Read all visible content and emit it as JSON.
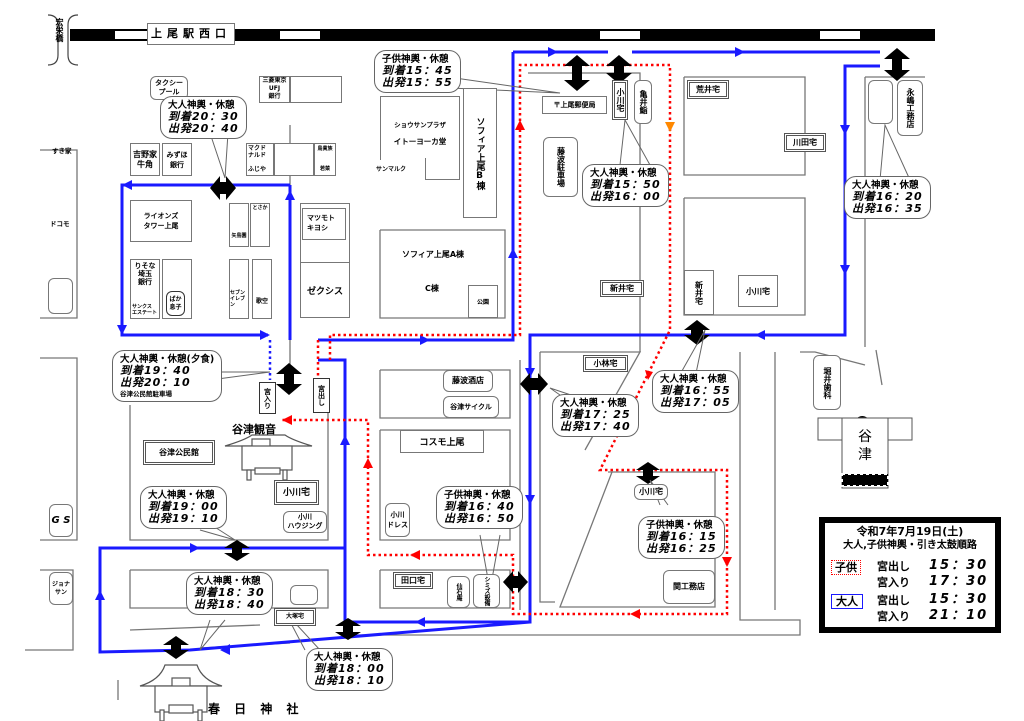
{
  "station": {
    "name": "上尾駅西口",
    "bridge": "宏栄橋"
  },
  "colors": {
    "adult_route": "#1a1aff",
    "child_route": "#ff0000",
    "arrow": "#000000"
  },
  "buildings": {
    "taxi_pool": "タクシー\nプール",
    "mufg": "三菱東京\nUFJ\n銀行",
    "sukiya": "すき家",
    "docomo": "ドコモ",
    "yoshinoya": "吉野家\n牛角",
    "mizuho": "みずほ\n銀行",
    "mcdonalds": "マクド\nナルド",
    "fujiya": "ふじや",
    "store_top": "鳥貴族",
    "store_bottom": "若菜",
    "lions_tower": "ライオンズ\nタワー上尾",
    "resona": "りそな\n埼玉\n銀行",
    "thanks_estate": "サンクス\nエステート",
    "bakaogashi": "ばか\n息子",
    "yakiniku": "矢島園",
    "tosaka": "とさか",
    "seven_eleven": "セブン\nイレブ\nン",
    "karaoke": "歌空",
    "matsumoto": "マツモト\nキヨシ",
    "xexis": "ゼクシス",
    "shousan_plaza": "ショウサンプラザ",
    "ito_yokado": "イトーヨーカ堂",
    "saint_marc": "サンマルク",
    "sophia_b": "ソフィア上尾B棟",
    "sophia_a": "ソフィア上尾A棟",
    "c_tou": "C棟",
    "park": "公園",
    "post_office": "〒上尾郵便局",
    "ogawa_top": "小川宅",
    "kameisho": "亀井鮨",
    "fujinami_parking": "藤波駐車場",
    "arai_top": "荒井宅",
    "kawata": "川田宅",
    "nagashima": "永嶋工務店",
    "shinai_top": "新井宅",
    "shinai_mid": "新井宅",
    "ogawa_mid": "小川宅",
    "horii_dental": "堀井歯科",
    "kobayashi": "小林宅",
    "fujinami_sake": "藤波酒店",
    "yatsu_cycle": "谷津サイクル",
    "cosmo": "コスモ上尾",
    "ogawa_dress": "小川\nドレス",
    "taguchi": "田口宅",
    "sennishi": "仙石庵",
    "shimizu": "シミズ設備",
    "ogawa_bottom": "小川宅",
    "seki_koumuten": "関工務店",
    "miyairi": "宮入り",
    "miyade": "宮出し",
    "yatsu_kannon": "谷津観音",
    "yatsu_kouminkan": "谷津公民館",
    "ogawa_kannon": "小川宅",
    "ogawa_housing": "小川\nハウジング",
    "gs": "G S",
    "jonathan": "ジョナ\nサン",
    "otsuka": "大塚宅",
    "kasuga_jinja": "春 日 神 社",
    "happi": "谷津"
  },
  "stops": [
    {
      "id": "b1",
      "title": "大人神輿・休憩",
      "arrive": "到着20：30",
      "depart": "出発20：40"
    },
    {
      "id": "b2",
      "title": "子供神輿・休憩",
      "arrive": "到着15：45",
      "depart": "出発15：55"
    },
    {
      "id": "b3",
      "title": "大人神輿・休憩",
      "arrive": "到着15：50",
      "depart": "出発16：00"
    },
    {
      "id": "b4",
      "title": "大人神輿・休憩",
      "arrive": "到着16：20",
      "depart": "出発16：35"
    },
    {
      "id": "b5",
      "title": "大人神輿・休憩(夕食)",
      "arrive": "到着19：40",
      "depart": "出発20：10",
      "note": "谷津公民館駐車場"
    },
    {
      "id": "b6",
      "title": "大人神輿・休憩",
      "arrive": "到着16：55",
      "depart": "出発17：05"
    },
    {
      "id": "b7",
      "title": "大人神輿・休憩",
      "arrive": "到着17：25",
      "depart": "出発17：40"
    },
    {
      "id": "b8",
      "title": "子供神輿・休憩",
      "arrive": "到着16：40",
      "depart": "出発16：50"
    },
    {
      "id": "b9",
      "title": "子供神輿・休憩",
      "arrive": "到着16：15",
      "depart": "出発16：25"
    },
    {
      "id": "b10",
      "title": "大人神輿・休憩",
      "arrive": "到着19：00",
      "depart": "出発19：10"
    },
    {
      "id": "b11",
      "title": "大人神輿・休憩",
      "arrive": "到着18：30",
      "depart": "出発18：40"
    },
    {
      "id": "b12",
      "title": "大人神輿・休憩",
      "arrive": "到着18：00",
      "depart": "出発18：10"
    }
  ],
  "legend": {
    "date": "令和7年7月19日(土)",
    "subtitle": "大人,子供神輿・引き太鼓順路",
    "child_label": "子供",
    "adult_label": "大人",
    "child_out": "宮出し",
    "child_out_time": "15：30",
    "child_in": "宮入り",
    "child_in_time": "17：30",
    "adult_out": "宮出し",
    "adult_out_time": "15：30",
    "adult_in": "宮入り",
    "adult_in_time": "21：10"
  }
}
